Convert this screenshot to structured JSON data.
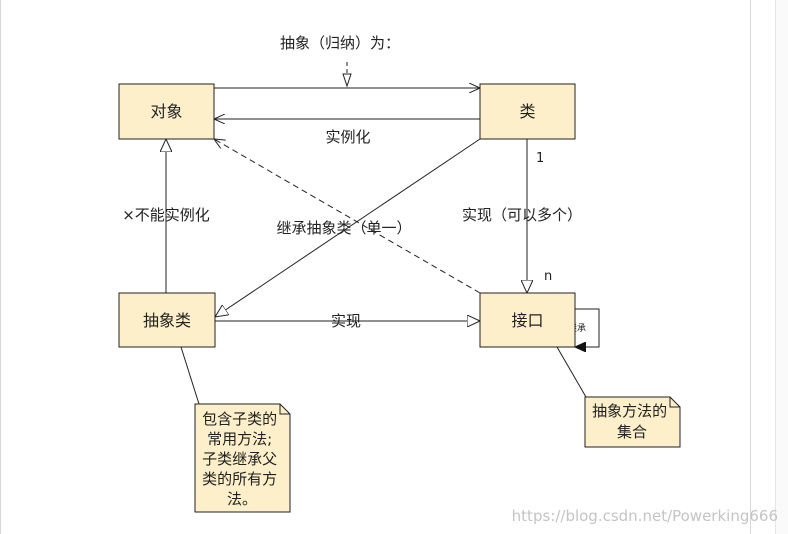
{
  "diagram": {
    "title": "抽象（归纳）为：",
    "classes": {
      "object": "对象",
      "class": "类",
      "abstract_class": "抽象类",
      "interface": "接口"
    },
    "edge_labels": {
      "instantiate": "实例化",
      "cannot_instantiate": "×不能实例化",
      "inherit_abstract": "继承抽象类（单一）",
      "implement_multi": "实现（可以多个）",
      "implement": "实现",
      "multiplicity_one": "1",
      "multiplicity_n": "n",
      "multi_inherit": "多继承"
    },
    "notes": {
      "abstract_note_lines": [
        "包含子类的",
        "常用方法;",
        "子类继承父",
        "类的所有方",
        "法。"
      ],
      "interface_note_lines": [
        "抽象方法的",
        "集合"
      ]
    }
  },
  "watermark": "https://blog.csdn.net/Powerking666",
  "colors": {
    "box_fill": "#fcefc9",
    "note_fill": "#fcefc9",
    "stroke": "#222222",
    "watermark": "#c4c4c4"
  }
}
